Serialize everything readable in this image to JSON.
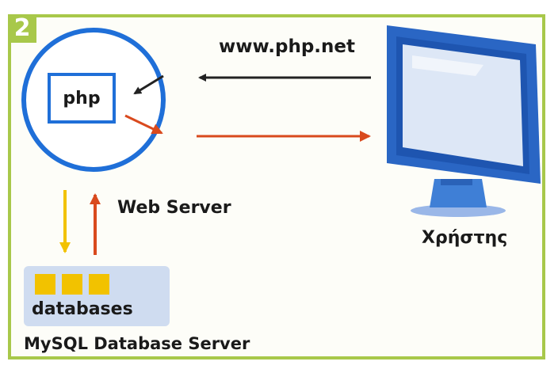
{
  "step_number": "2",
  "url_label": "www.php.net",
  "php_label": "php",
  "web_server_label": "Web Server",
  "user_label": "Χρήστης",
  "databases_label": "databases",
  "mysql_label": "MySQL Database Server",
  "colors": {
    "frame": "#a8c84a",
    "server_circle": "#1f6fd8",
    "request_arrow": "#222222",
    "response_arrow": "#d94a1e",
    "db_query_arrow": "#f2c200",
    "db_panel": "#cfdcf0",
    "db_square": "#f2c200"
  }
}
